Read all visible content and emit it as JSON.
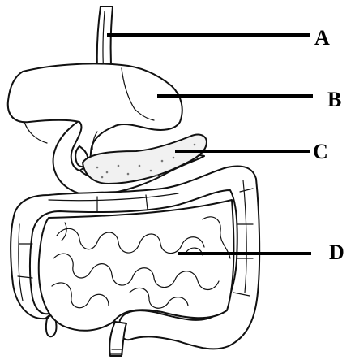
{
  "labels": [
    {
      "id": "A",
      "text": "A"
    },
    {
      "id": "B",
      "text": "B"
    },
    {
      "id": "C",
      "text": "C"
    },
    {
      "id": "D",
      "text": "D"
    }
  ],
  "colors": {
    "ink": "#000000",
    "paper": "#ffffff",
    "pancreas_fill": "#f1f1f1"
  }
}
